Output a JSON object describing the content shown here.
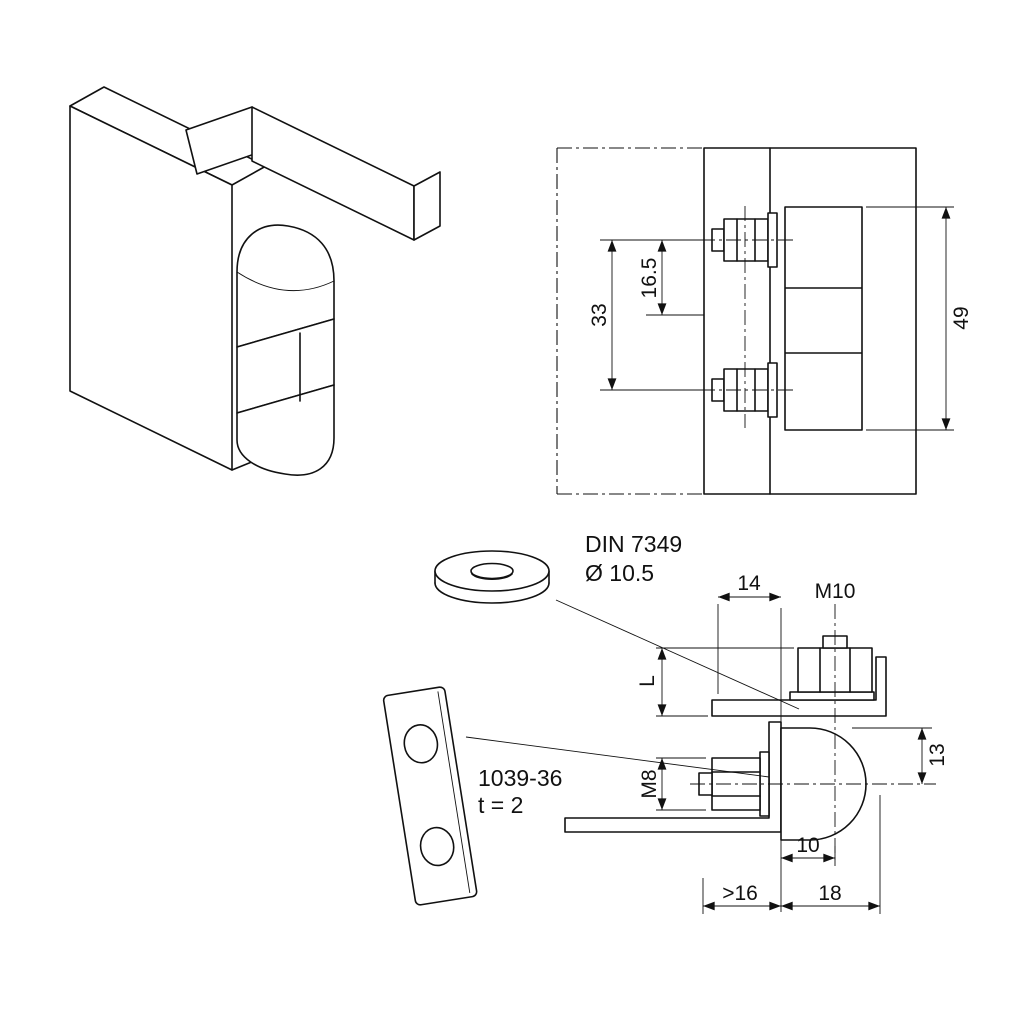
{
  "title": "Hinge technical drawing",
  "labels": {
    "washer": {
      "line1": "DIN 7349",
      "line2": "Ø 10.5"
    },
    "plate": {
      "line1": "1039-36",
      "line2": "t = 2"
    }
  },
  "front_view": {
    "dims": {
      "d16_5": "16.5",
      "d33": "33",
      "d49": "49"
    }
  },
  "side_view": {
    "dims": {
      "d14": "14",
      "m10": "M10",
      "L": "L",
      "m8": "M8",
      "d13": "13",
      "d10": "10",
      "gt16": ">16",
      "d18": "18"
    }
  }
}
